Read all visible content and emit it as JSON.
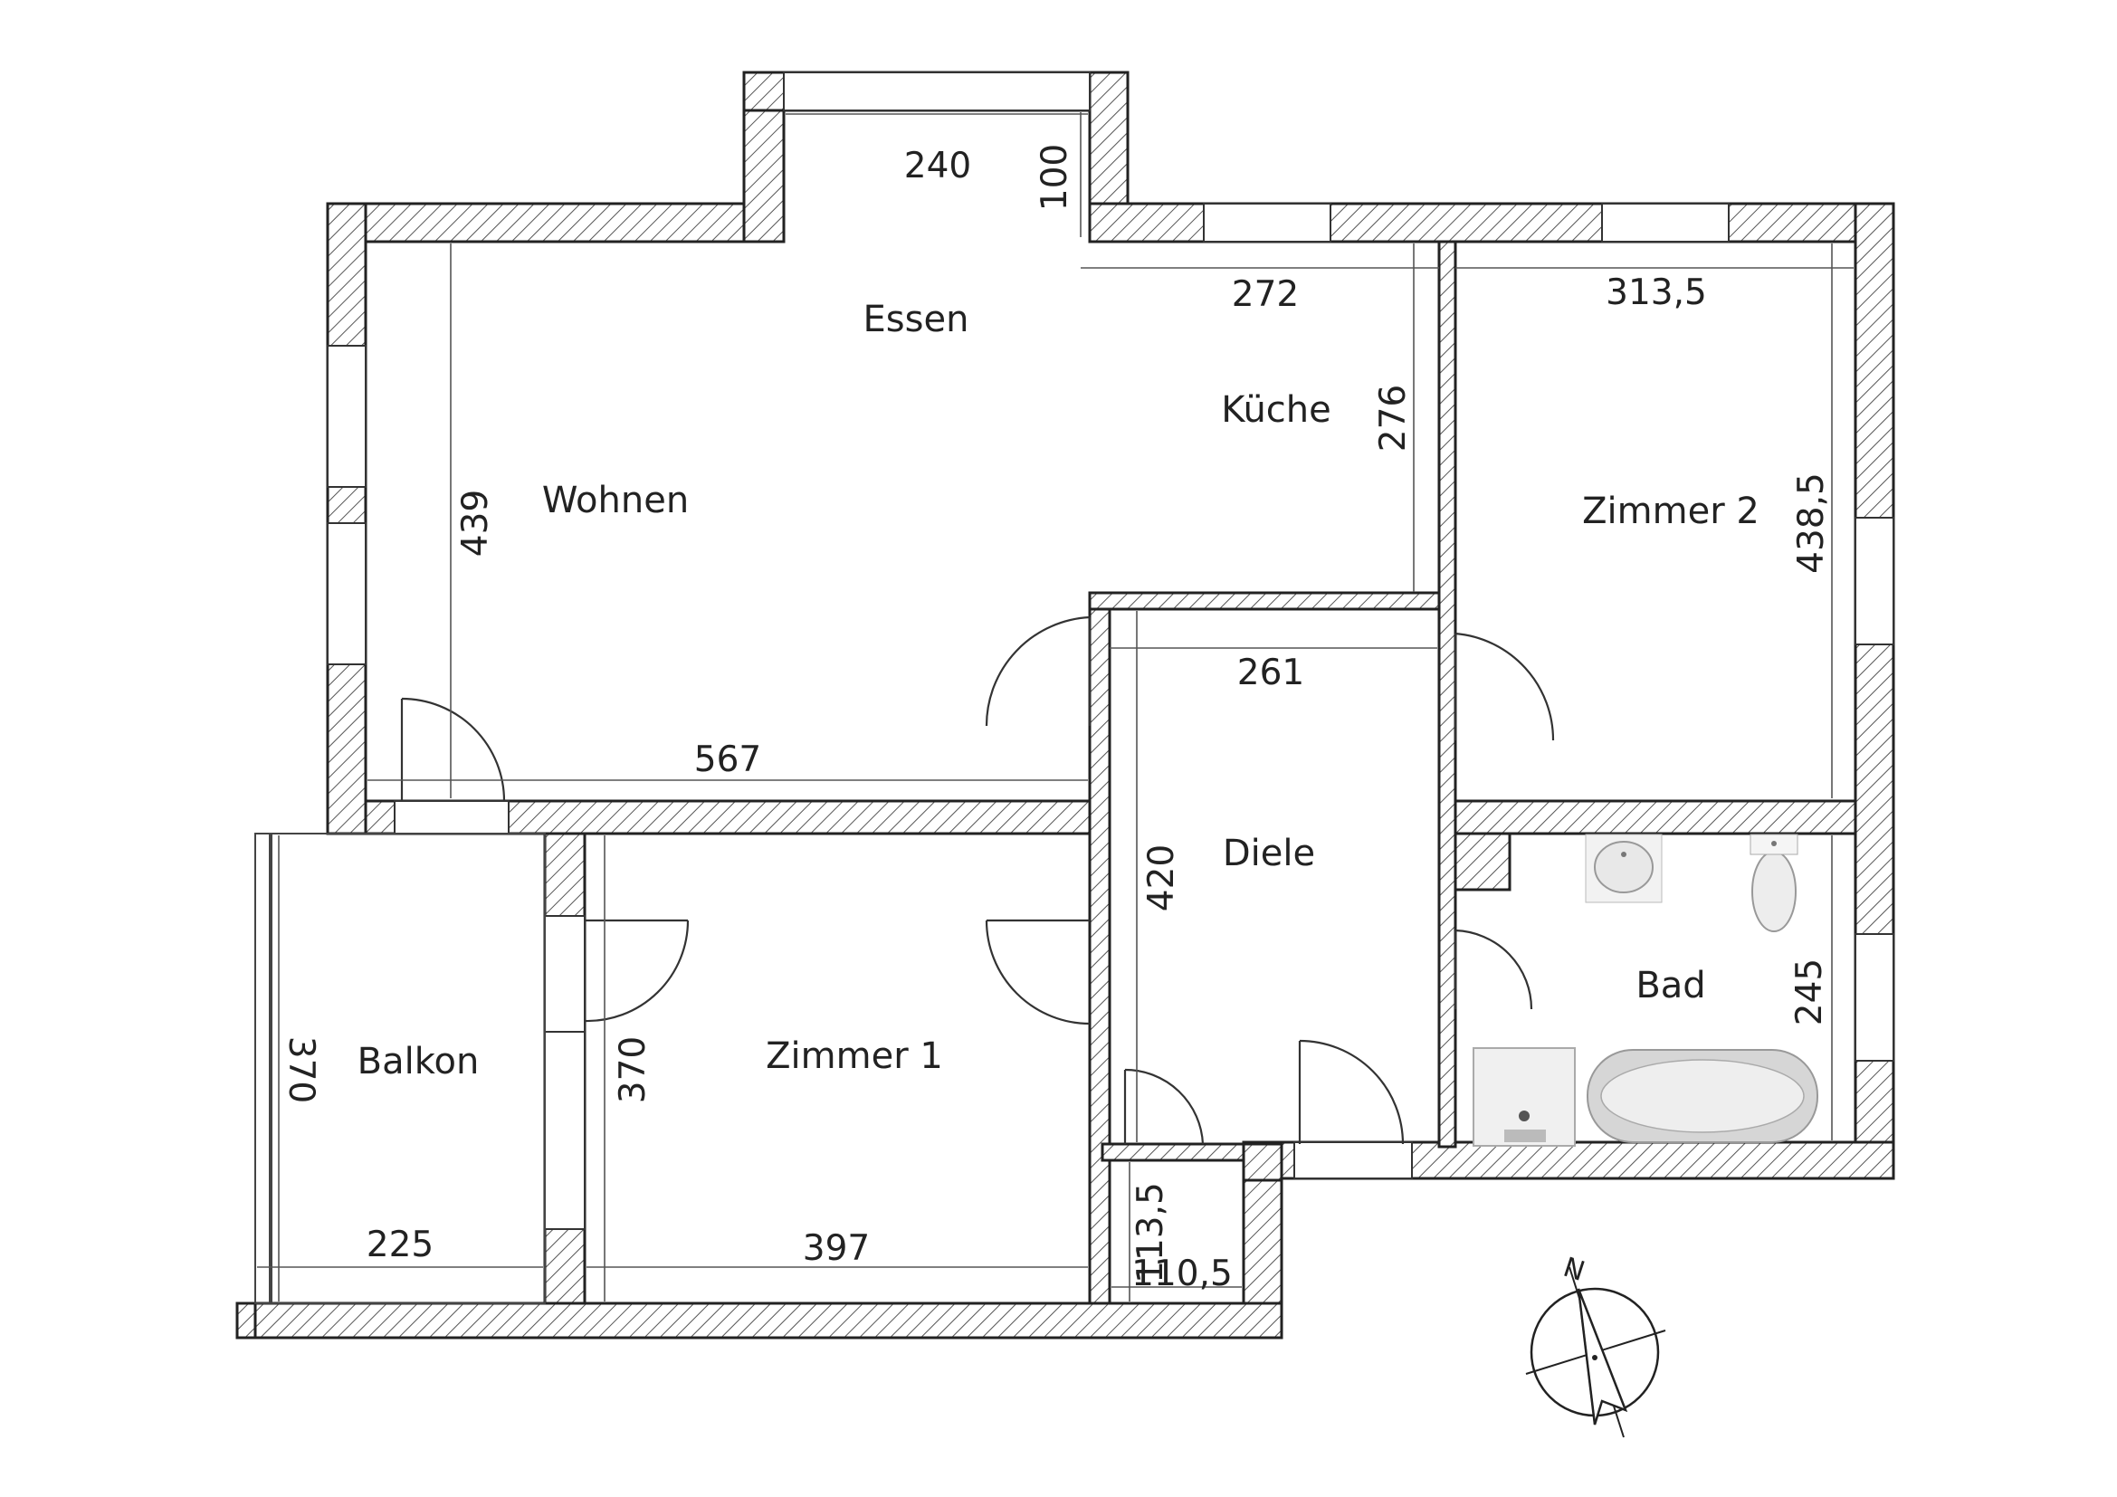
{
  "rooms": {
    "essen": "Essen",
    "wohnen": "Wohnen",
    "kueche": "Küche",
    "zimmer2": "Zimmer 2",
    "diele": "Diele",
    "balkon": "Balkon",
    "zimmer1": "Zimmer 1",
    "bad": "Bad"
  },
  "dimensions": {
    "essen_width": "240",
    "essen_depth": "100",
    "kueche_width": "272",
    "kueche_depth": "276",
    "zimmer2_width": "313,5",
    "zimmer2_depth": "438,5",
    "wohnen_depth": "439",
    "wohnen_width": "567",
    "diele_width": "261",
    "diele_depth": "420",
    "balkon_depth": "370",
    "balkon_width": "225",
    "zimmer1_depth": "370",
    "zimmer1_width": "397",
    "bad_depth": "245",
    "wc_depth": "113,5",
    "wc_width": "110,5"
  },
  "compass": {
    "north_letter": "N"
  }
}
